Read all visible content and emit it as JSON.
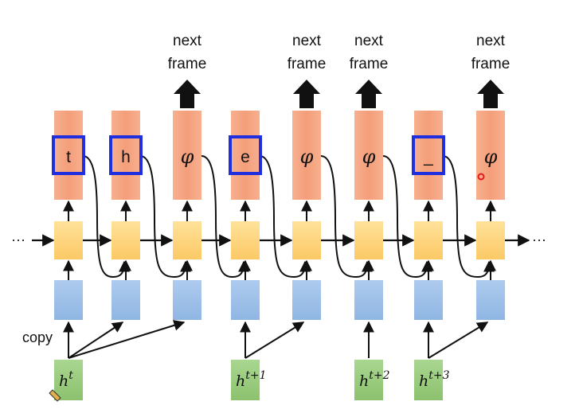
{
  "columns": [
    {
      "output_label": "t",
      "highlighted": true,
      "next_frame": false
    },
    {
      "output_label": "h",
      "highlighted": true,
      "next_frame": false
    },
    {
      "output_label": "φ",
      "highlighted": false,
      "next_frame": true
    },
    {
      "output_label": "e",
      "highlighted": true,
      "next_frame": false
    },
    {
      "output_label": "φ",
      "highlighted": false,
      "next_frame": true
    },
    {
      "output_label": "φ",
      "highlighted": false,
      "next_frame": true
    },
    {
      "output_label": "_",
      "highlighted": true,
      "next_frame": false
    },
    {
      "output_label": "φ",
      "highlighted": false,
      "next_frame": true
    }
  ],
  "next_frame": {
    "line1": "next",
    "line2": "frame"
  },
  "hidden_states": [
    {
      "base": "h",
      "sup": "t"
    },
    {
      "base": "h",
      "sup": "t+1"
    },
    {
      "base": "h",
      "sup": "t+2"
    },
    {
      "base": "h",
      "sup": "t+3"
    }
  ],
  "copy_label": "copy",
  "ellipsis_left": "···",
  "ellipsis_right": "···",
  "colors": {
    "output_block": "#f4a582",
    "rnn_block": "#ffd37a",
    "input_block": "#9ec1e8",
    "hidden_block": "#9fcf83",
    "highlight_border": "#1f2fe0",
    "arrow": "#111111"
  }
}
